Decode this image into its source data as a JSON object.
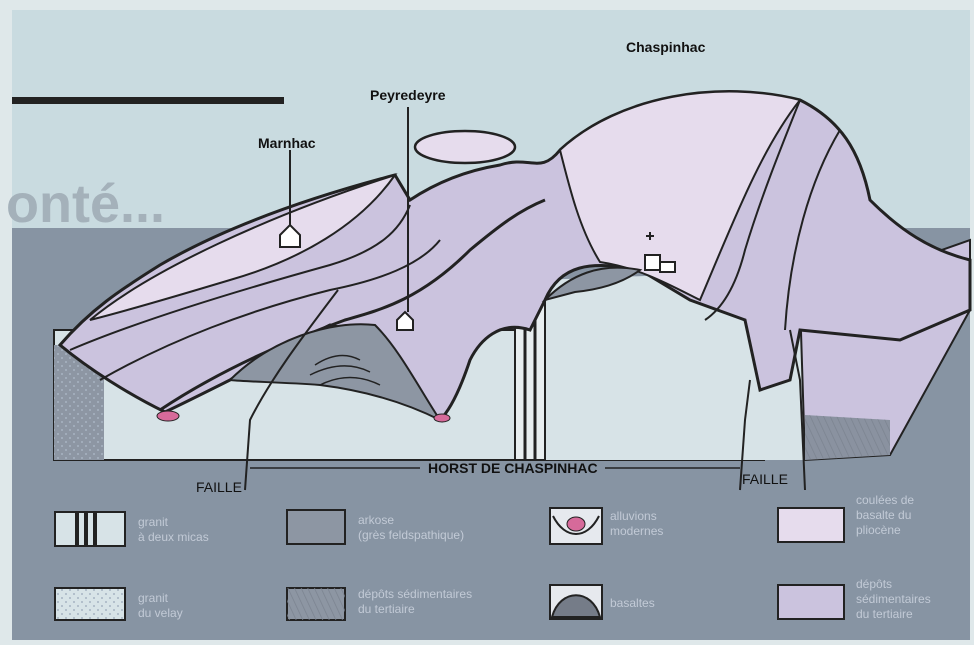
{
  "header_word": "onté...",
  "places": {
    "marnhac": "Marnhac",
    "peyredeyre": "Peyredeyre",
    "chaspinhac": "Chaspinhac"
  },
  "faults": {
    "left": "FAILLE",
    "right": "FAILLE"
  },
  "horst": "HORST DE CHASPINHAC",
  "legend": [
    {
      "lines": [
        "granit",
        "à deux micas"
      ]
    },
    {
      "lines": [
        "arkose",
        "(grès feldspathique)"
      ]
    },
    {
      "lines": [
        "alluvions",
        "modernes"
      ]
    },
    {
      "lines": [
        "coulées de",
        "basalte du",
        "pliocène"
      ]
    },
    {
      "lines": [
        "granit",
        "du velay"
      ]
    },
    {
      "lines": [
        "dépôts sédimentaires",
        "du tertiaire"
      ]
    },
    {
      "lines": [
        "basaltes"
      ]
    },
    {
      "lines": [
        "dépôts",
        "sédimentaires",
        "du tertiaire"
      ]
    }
  ],
  "colors": {
    "panel_top": "#c9dbe0",
    "panel_bottom": "#8794a3",
    "lavender": "#cbc3de",
    "pink_basalt": "#e6dced",
    "granit": "#d7e3e7",
    "dark_grey": "#757c88",
    "alluvion_pink": "#d66a9a"
  }
}
